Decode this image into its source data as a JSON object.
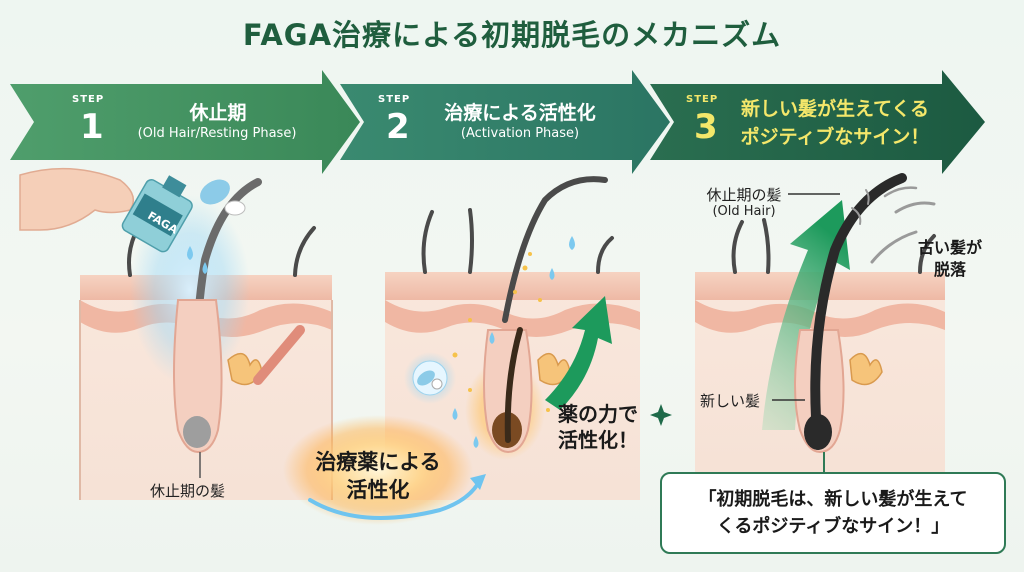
{
  "title": "FAGA治療による初期脱毛のメカニズム",
  "steps": [
    {
      "label": "STEP",
      "number": "1",
      "heading": "休止期",
      "sub": "(Old Hair/Resting Phase)"
    },
    {
      "label": "STEP",
      "number": "2",
      "heading": "治療による活性化",
      "sub": "(Activation Phase)"
    },
    {
      "label": "STEP",
      "number": "3",
      "heading_line1": "新しい髪が生えてくる",
      "heading_line2": "ポジティブなサイン！"
    }
  ],
  "panel1": {
    "bottle_label": "FAGA",
    "hair_label": "休止期の髪"
  },
  "panel2": {
    "effect_line1": "薬の力で",
    "effect_line2": "活性化！",
    "glow_line1": "治療薬による",
    "glow_line2": "活性化"
  },
  "panel3": {
    "old_hair_label": "休止期の髪",
    "old_hair_sub": "(Old Hair)",
    "shed_line1": "古い髪が",
    "shed_line2": "脱落",
    "new_hair_label": "新しい髪"
  },
  "callout": {
    "line1": "「初期脱毛は、新しい髪が生えて",
    "line2": "くるポジティブなサイン！」"
  },
  "colors": {
    "step1": "#3d8c5e",
    "step2": "#2e7c68",
    "step3": "#1e5f45",
    "accent_yellow": "#f4e76a",
    "skin": "#f2c6b4",
    "title": "#1f5e3e"
  }
}
